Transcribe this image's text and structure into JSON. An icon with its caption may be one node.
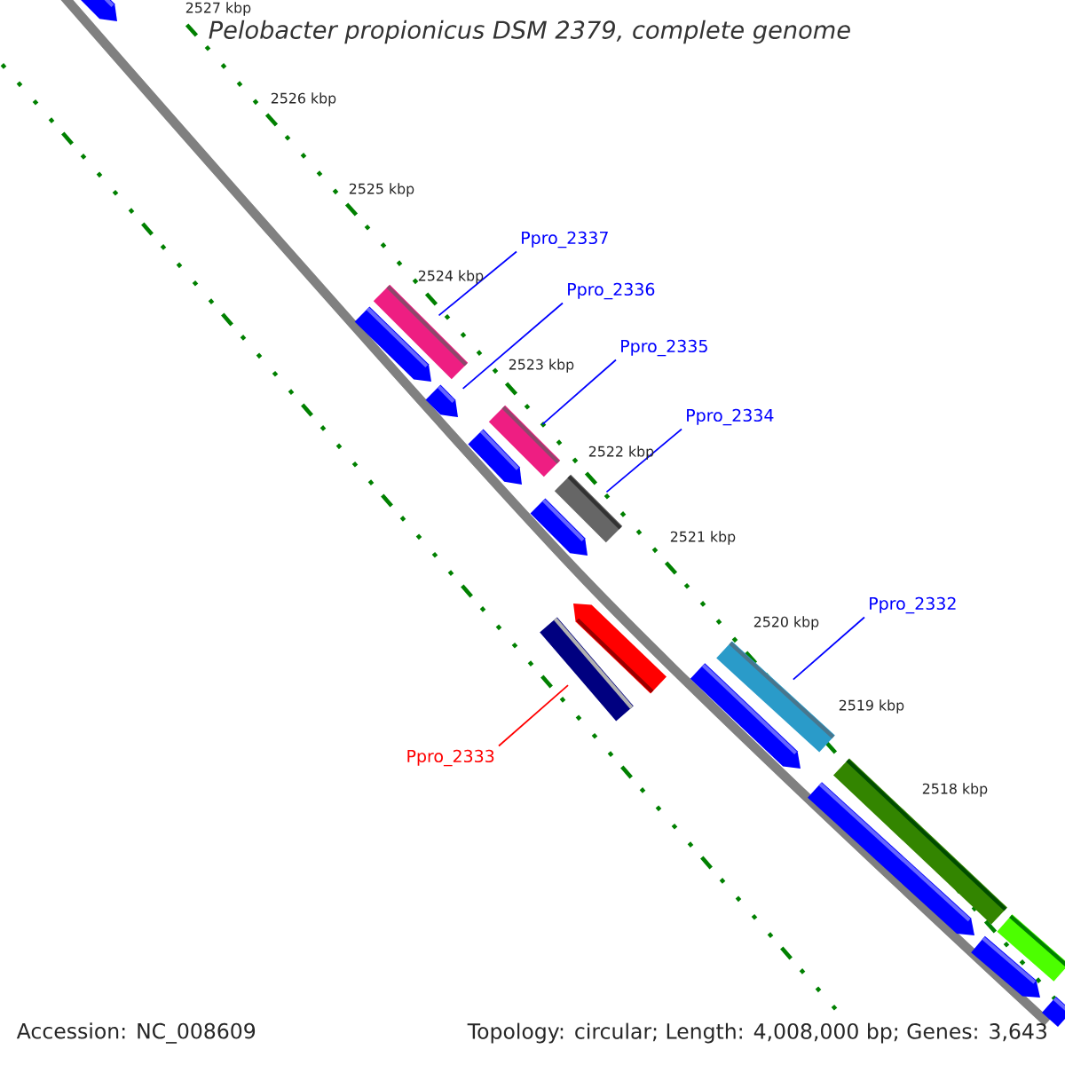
{
  "diagram": {
    "title": "Pelobacter propionicus DSM 2379, complete genome",
    "nodes": [
      {
        "text": [
          "Ppro_2337"
        ]
      },
      {
        "text": [
          "Ppro_2336"
        ]
      },
      {
        "text": [
          "Ppro_2335"
        ]
      },
      {
        "text": [
          "Ppro_2334"
        ]
      },
      {
        "text": [
          "Ppro_2332"
        ]
      },
      {
        "text": [
          "Ppro_2333"
        ]
      },
      {
        "text": [],
        "shape": "bar"
      },
      {
        "text": [],
        "shape": "bar"
      },
      {
        "text": [],
        "shape": "bar"
      },
      {
        "text": [],
        "shape": "bar"
      },
      {
        "text": [],
        "shape": "bar"
      },
      {
        "text": [],
        "shape": "bar"
      },
      {
        "text": [],
        "shape": "bar"
      },
      {
        "text": [],
        "shape": "bar"
      },
      {
        "text": [],
        "shape": "bar"
      },
      {
        "text": [],
        "shape": "bar"
      },
      {
        "text": [],
        "shape": "bar"
      },
      {
        "text": [],
        "shape": "bar"
      },
      {
        "text": [],
        "shape": "bar"
      },
      {
        "text": [],
        "shape": "bar"
      },
      {
        "text": [],
        "shape": "bar"
      },
      {
        "text": [],
        "shape": "bar"
      },
      {
        "text": [],
        "shape": "bar"
      }
    ],
    "edges": [
      {
        "from": 0,
        "to": 8,
        "arrow": "none"
      },
      {
        "from": 1,
        "to": 9,
        "arrow": "none"
      },
      {
        "from": 2,
        "to": 11,
        "arrow": "none"
      },
      {
        "from": 3,
        "to": 13,
        "arrow": "none"
      },
      {
        "from": 4,
        "to": 17,
        "arrow": "none"
      },
      {
        "from": 5,
        "to": 15,
        "arrow": "none",
        "color": "#ff0000"
      }
    ],
    "labels": [
      "2527 kbp",
      "2526 kbp",
      "2525 kbp",
      "2524 kbp",
      "2523 kbp",
      "2522 kbp",
      "2521 kbp",
      "2520 kbp",
      "2519 kbp",
      "2518 kbp",
      "Accession: NC_008609",
      "Topology: circular; Length: 4,008,000 bp; Genes: 3,643"
    ]
  }
}
